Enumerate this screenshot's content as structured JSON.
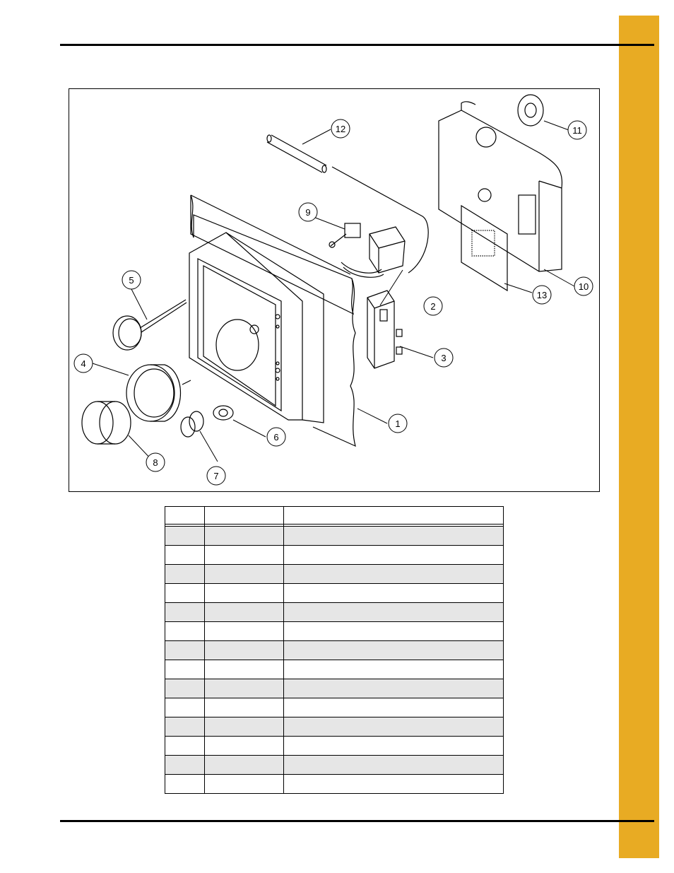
{
  "colors": {
    "tab": "#e8ab23",
    "row_shade": "#e6e6e6",
    "line": "#000000"
  },
  "figure": {
    "callouts": [
      "1",
      "2",
      "3",
      "4",
      "5",
      "6",
      "7",
      "8",
      "9",
      "10",
      "11",
      "12",
      "13"
    ]
  },
  "table": {
    "header": [
      "",
      "",
      ""
    ],
    "rows": [
      [
        "",
        "",
        ""
      ],
      [
        "",
        "",
        ""
      ],
      [
        "",
        "",
        ""
      ],
      [
        "",
        "",
        ""
      ],
      [
        "",
        "",
        ""
      ],
      [
        "",
        "",
        ""
      ],
      [
        "",
        "",
        ""
      ],
      [
        "",
        "",
        ""
      ],
      [
        "",
        "",
        ""
      ],
      [
        "",
        "",
        ""
      ],
      [
        "",
        "",
        ""
      ],
      [
        "",
        "",
        ""
      ],
      [
        "",
        "",
        ""
      ],
      [
        "",
        "",
        ""
      ]
    ]
  }
}
